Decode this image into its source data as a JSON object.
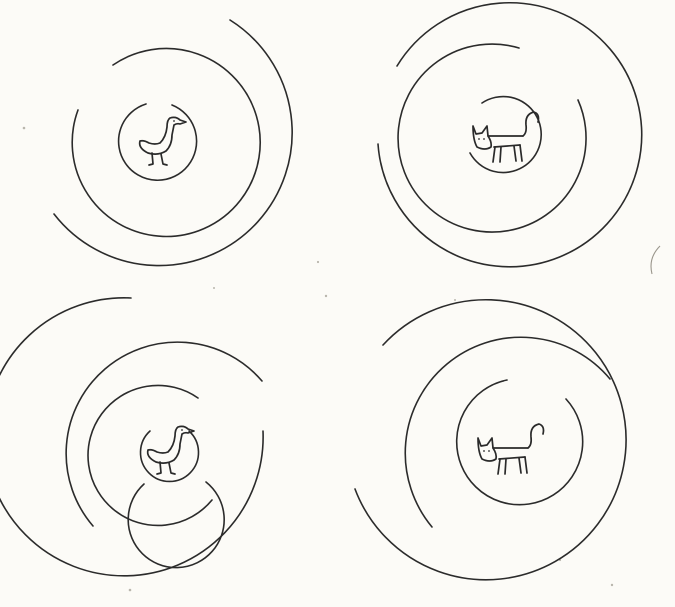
{
  "figure": {
    "panels": [
      {
        "animal": "goose",
        "icon": "goose-icon"
      },
      {
        "animal": "cat",
        "icon": "cat-icon"
      },
      {
        "animal": "goose",
        "icon": "goose-icon"
      },
      {
        "animal": "cat",
        "icon": "cat-icon"
      }
    ],
    "colors": {
      "ink": "#2b2b2b",
      "paper": "#fcfbf7"
    }
  }
}
